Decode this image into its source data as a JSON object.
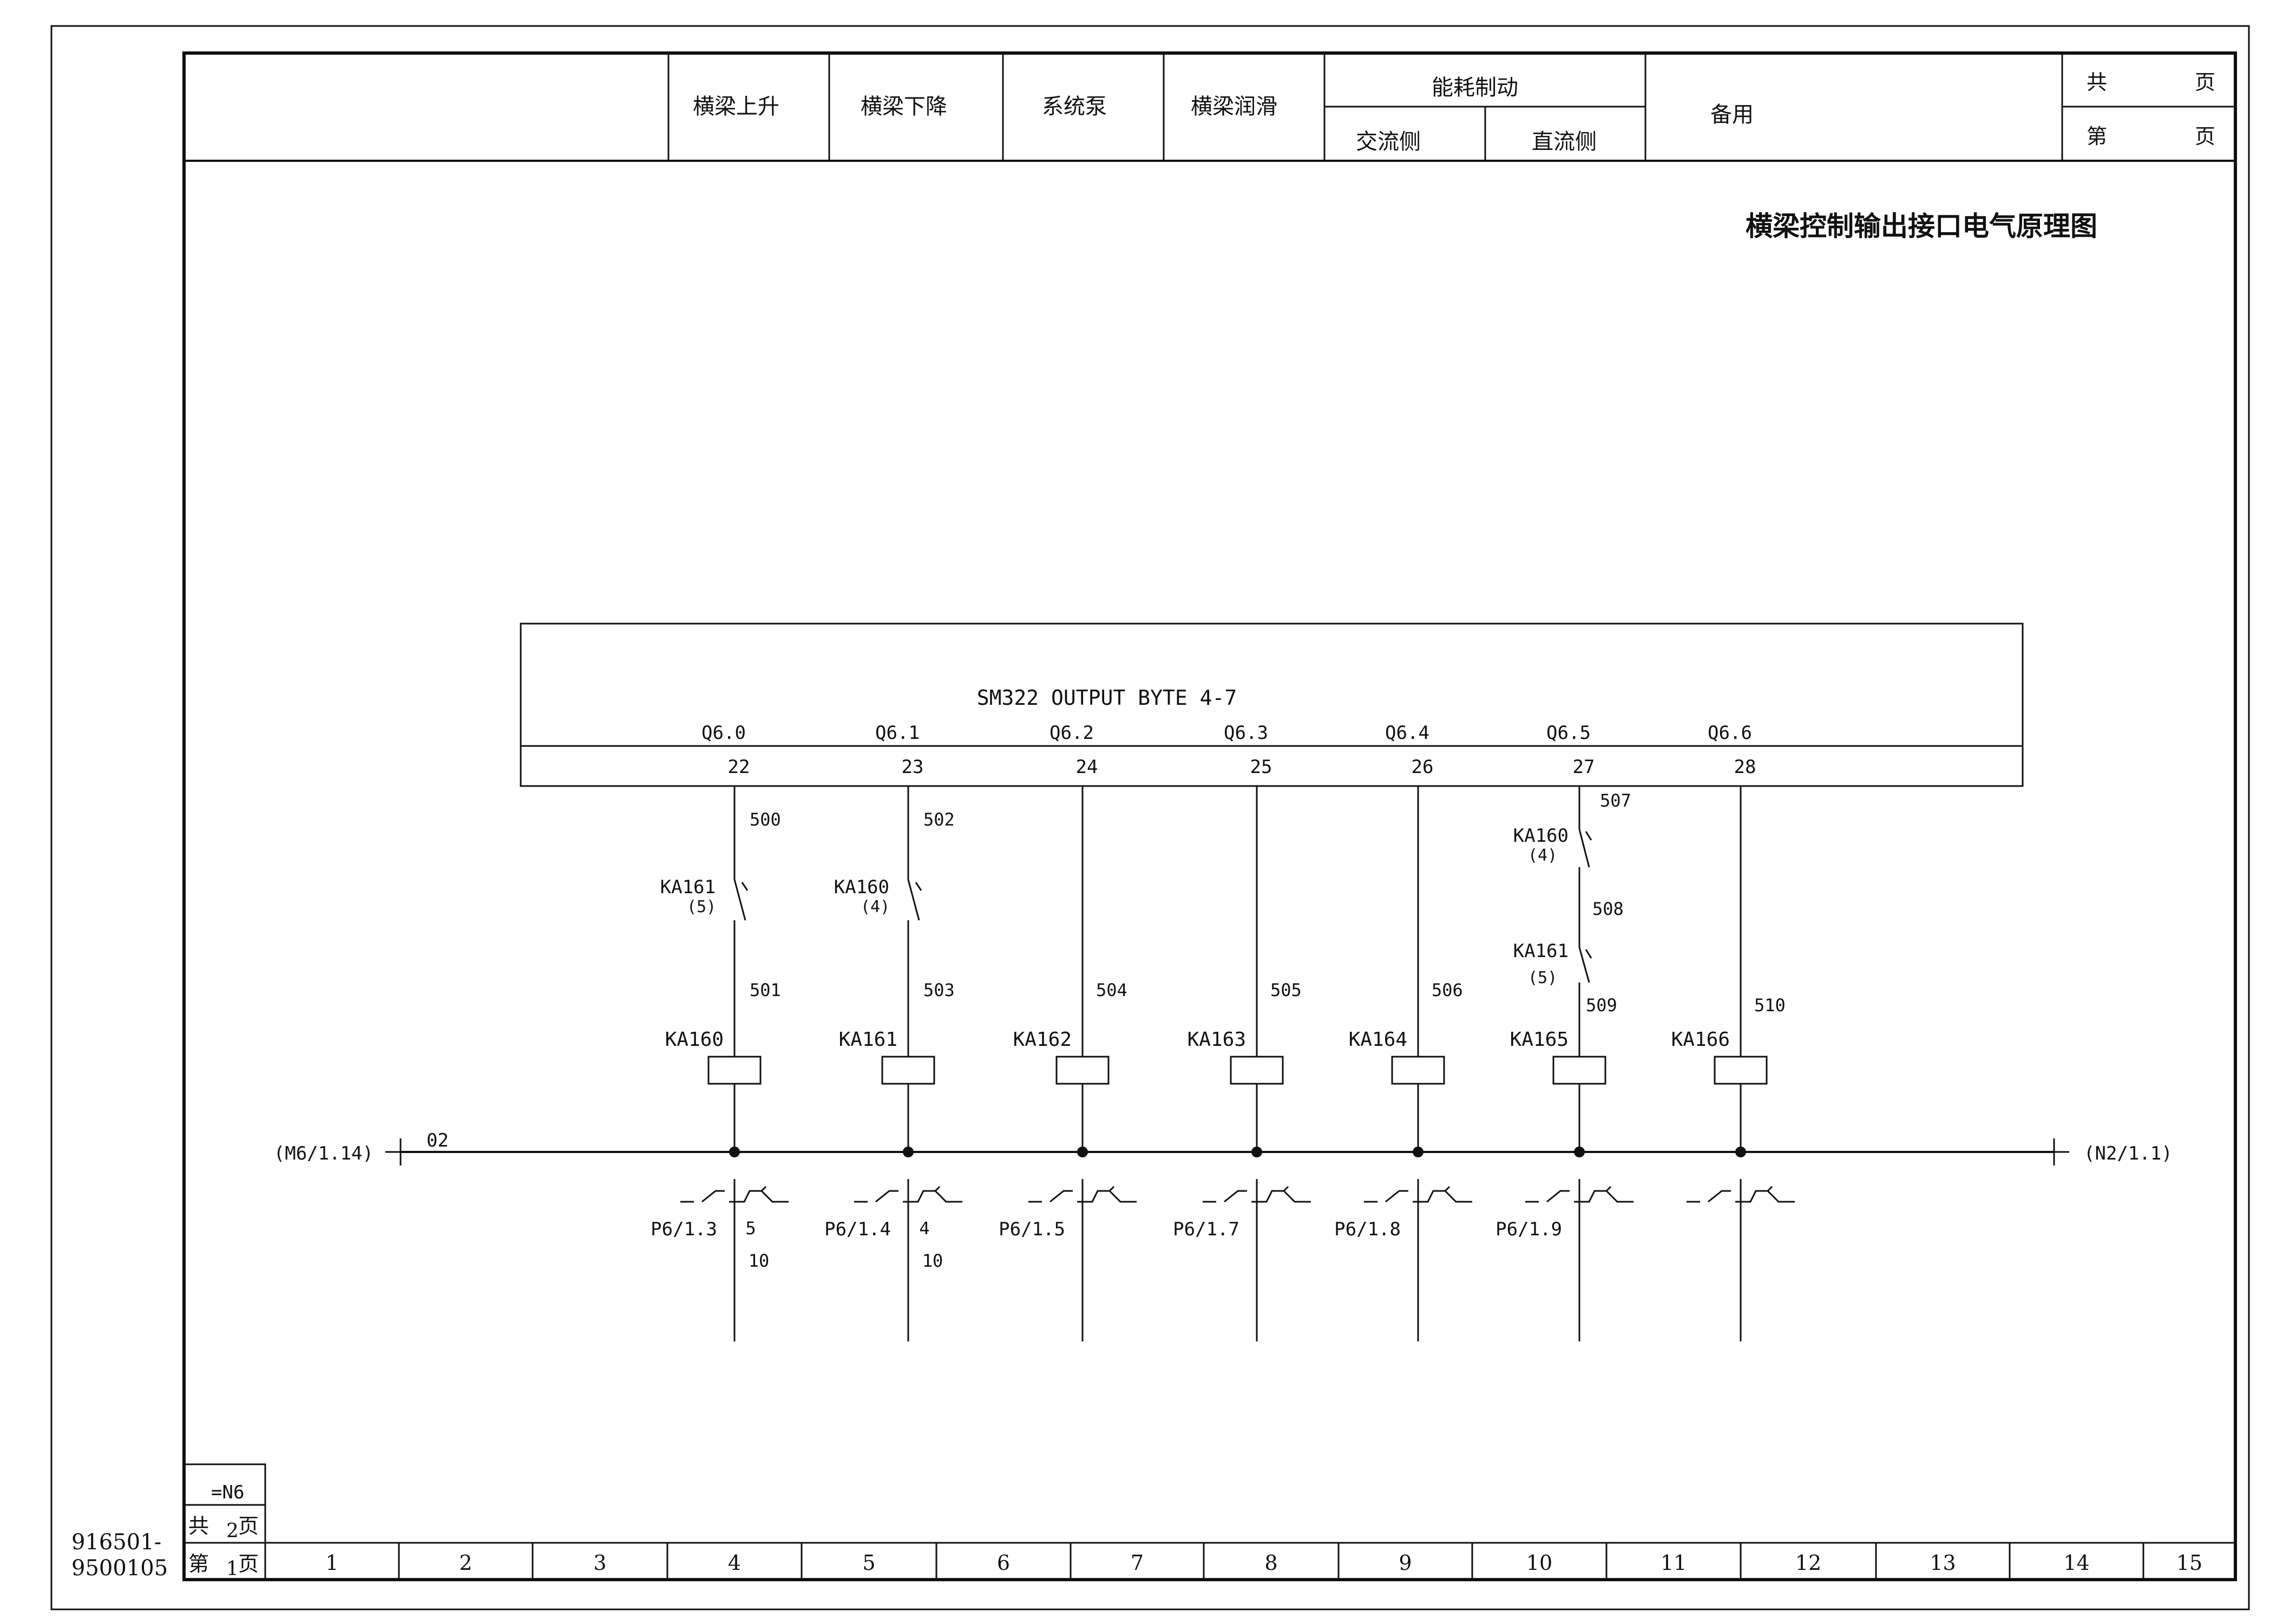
{
  "header": {
    "columns": [
      {
        "id": "h1",
        "label": "横梁上升"
      },
      {
        "id": "h2",
        "label": "横梁下降"
      },
      {
        "id": "h3",
        "label": "系统泵"
      },
      {
        "id": "h4",
        "label": "横梁润滑"
      }
    ],
    "braking": {
      "label": "能耗制动",
      "ac": "交流侧",
      "dc": "直流侧"
    },
    "spare": "备用",
    "total_pages": {
      "left": "共",
      "right": "页"
    },
    "page_no": {
      "left": "第",
      "right": "页"
    }
  },
  "title": "横梁控制输出接口电气原理图",
  "module": {
    "name": "SM322 OUTPUT BYTE 4-7",
    "outputs": [
      {
        "addr": "Q6.0",
        "terminal": "22"
      },
      {
        "addr": "Q6.1",
        "terminal": "23"
      },
      {
        "addr": "Q6.2",
        "terminal": "24"
      },
      {
        "addr": "Q6.3",
        "terminal": "25"
      },
      {
        "addr": "Q6.4",
        "terminal": "26"
      },
      {
        "addr": "Q6.5",
        "terminal": "27"
      },
      {
        "addr": "Q6.6",
        "terminal": "28"
      }
    ]
  },
  "circuits": [
    {
      "wires": [
        "500",
        "501"
      ],
      "interlocks": [
        {
          "name": "KA161",
          "ref": "(5)"
        }
      ],
      "coil": "KA160",
      "ref": "P6/1.3",
      "contacts": [
        "5",
        "10"
      ]
    },
    {
      "wires": [
        "502",
        "503"
      ],
      "interlocks": [
        {
          "name": "KA160",
          "ref": "(4)"
        }
      ],
      "coil": "KA161",
      "ref": "P6/1.4",
      "contacts": [
        "4",
        "10"
      ]
    },
    {
      "wires": [
        "504"
      ],
      "interlocks": [],
      "coil": "KA162",
      "ref": "P6/1.5",
      "contacts": []
    },
    {
      "wires": [
        "505"
      ],
      "interlocks": [],
      "coil": "KA163",
      "ref": "P6/1.7",
      "contacts": []
    },
    {
      "wires": [
        "506"
      ],
      "interlocks": [],
      "coil": "KA164",
      "ref": "P6/1.8",
      "contacts": []
    },
    {
      "wires": [
        "507",
        "508",
        "509"
      ],
      "interlocks": [
        {
          "name": "KA160",
          "ref": "(4)"
        },
        {
          "name": "KA161",
          "ref": "(5)"
        }
      ],
      "coil": "KA165",
      "ref": "P6/1.9",
      "contacts": []
    },
    {
      "wires": [
        "510"
      ],
      "interlocks": [],
      "coil": "KA166",
      "ref": "",
      "contacts": []
    }
  ],
  "bus": {
    "left_ref": "(M6/1.14)",
    "wire": "02",
    "right_ref": "(N2/1.1)"
  },
  "footer": {
    "drawing_no_1": "916501-",
    "drawing_no_2": "9500105",
    "location": "=N6",
    "total_label": "共",
    "total_value": "2",
    "page_label": "第",
    "page_value": "1",
    "page_unit": "页",
    "grid": [
      "1",
      "2",
      "3",
      "4",
      "5",
      "6",
      "7",
      "8",
      "9",
      "10",
      "11",
      "12",
      "13",
      "14",
      "15"
    ]
  }
}
